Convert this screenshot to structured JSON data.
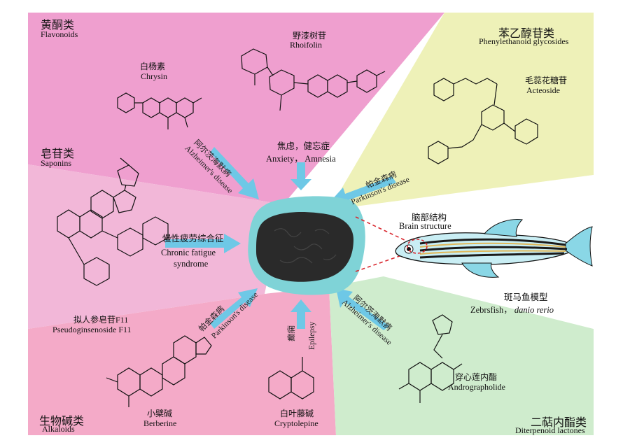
{
  "categories": {
    "flavonoids": {
      "cn": "黄酮类",
      "en": "Flavonoids",
      "color": "#ef9fcf"
    },
    "phenylethanoid": {
      "cn": "苯乙醇苷类",
      "en": "Phenylethanoid glycosides",
      "color": "#eef1b8"
    },
    "saponins": {
      "cn": "皂苷类",
      "en": "Saponins",
      "color": "#f2b7d8"
    },
    "alkaloids": {
      "cn": "生物碱类",
      "en": "Alkaloids",
      "color": "#f4aac8"
    },
    "diterpenoid": {
      "cn": "二萜内酯类",
      "en": "Diterpenoid lactones",
      "color": "#cfeccd"
    }
  },
  "compounds": {
    "chrysin": {
      "cn": "白杨素",
      "en": "Chrysin"
    },
    "rhoifolin": {
      "cn": "野漆树苷",
      "en": "Rhoifolin"
    },
    "acteoside": {
      "cn": "毛蕊花糖苷",
      "en": "Acteoside"
    },
    "pseudoginsenoside": {
      "cn": "拟人参皂苷F11",
      "en": "Pseudoginsenoside F11"
    },
    "berberine": {
      "cn": "小檗碱",
      "en": "Berberine"
    },
    "cryptolepine": {
      "cn": "白叶藤碱",
      "en": "Cryptolepine"
    },
    "andrographolide": {
      "cn": "穿心莲内酯",
      "en": "Andrographolide"
    }
  },
  "effects": {
    "anxiety": {
      "cn": "焦虑，健忘症",
      "en": "Anxiety， Amnesia"
    },
    "fatigue": {
      "cn": "慢性疲劳综合征",
      "en1": "Chronic fatigue",
      "en2": "syndrome"
    },
    "alz_top": {
      "cn": "阿尔茨海默病",
      "en": "Alzheimer's disease"
    },
    "park_top": {
      "cn": "帕金森病",
      "en": "Parkinson's disease"
    },
    "park_bottom": {
      "cn": "帕金森病",
      "en": "Parkinson's disease"
    },
    "epilepsy": {
      "cn": "癫痫",
      "en": "Epilepsy"
    },
    "alz_bottom": {
      "cn": "阿尔茨海默病",
      "en": "Alzheimer's disease"
    }
  },
  "brain": {
    "cn": "脑部结构",
    "en": "Brain structure"
  },
  "model": {
    "cn": "斑马鱼模型",
    "en": "Zebrsfish，",
    "en_italic": "danio rerio"
  },
  "colors": {
    "arrow": "#6ec8e6",
    "brain_bg": "#7fd3d7",
    "brain": "#2a2a2a",
    "dashed": "#d9272e"
  }
}
